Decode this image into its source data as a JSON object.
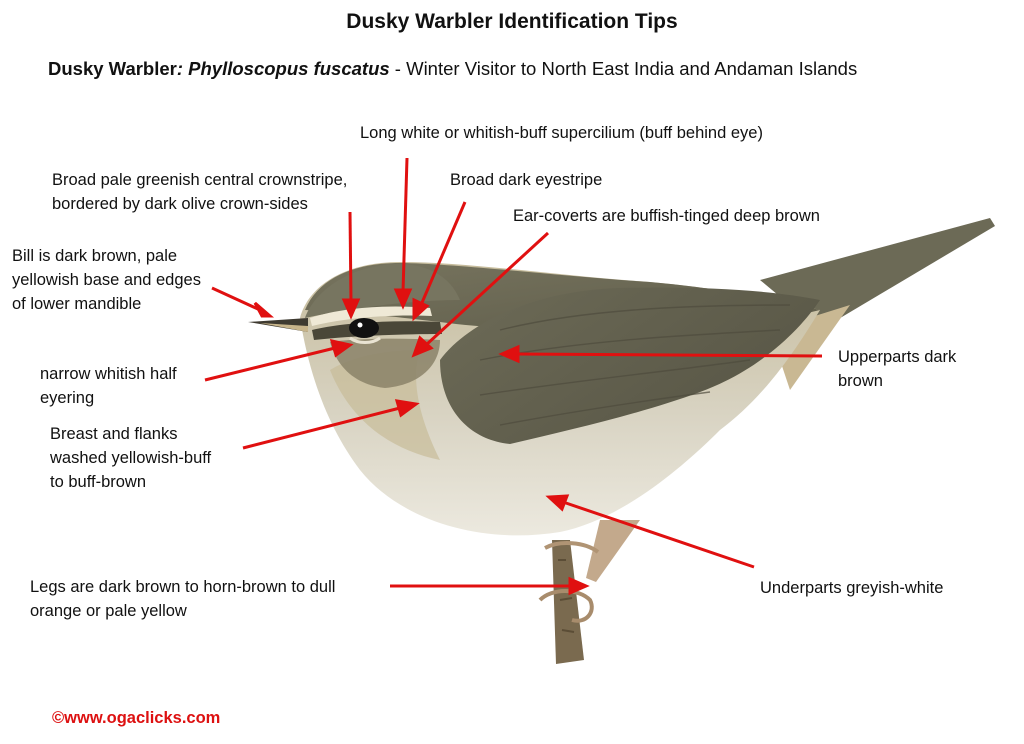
{
  "title": "Dusky Warbler  Identification Tips",
  "subtitle": {
    "common": "Dusky Warbler",
    "colon": ": ",
    "scientific": "Phylloscopus fuscatus",
    "rest": "  - Winter Visitor to North East India and Andaman Islands"
  },
  "labels": {
    "supercilium": "Long white or whitish-buff supercilium (buff behind eye)",
    "crown_1": "Broad pale greenish central crownstripe,",
    "crown_2": "bordered by dark olive crown-sides",
    "eyestripe": "Broad dark eyestripe",
    "ear_coverts": "Ear-coverts  are buffish-tinged deep brown",
    "bill_1": "Bill is dark brown, pale",
    "bill_2": "yellowish base and edges",
    "bill_3": "of lower mandible",
    "eyering_1": "narrow whitish half",
    "eyering_2": "eyering",
    "breast_1": "Breast  and flanks",
    "breast_2": "washed yellowish-buff",
    "breast_3": "to buff-brown",
    "upperparts_1": "Upperparts   dark",
    "upperparts_2": "brown",
    "legs_1": "Legs are dark brown to horn-brown to dull",
    "legs_2": "orange or pale yellow",
    "underparts": "Underparts greyish-white"
  },
  "footer": "©www.ogaclicks.com",
  "colors": {
    "arrow": "#e01010",
    "footer": "#dd1111",
    "upperparts": "#6b6a56",
    "underparts": "#ddd9cc",
    "breast": "#c9bf9f"
  }
}
